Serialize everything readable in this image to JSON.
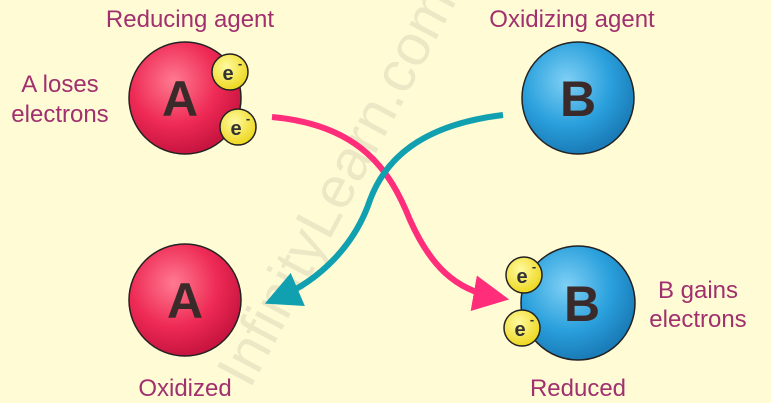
{
  "labels": {
    "reducing_agent": "Reducing agent",
    "oxidizing_agent": "Oxidizing agent",
    "a_loses_1": "A loses",
    "a_loses_2": "electrons",
    "b_gains_1": "B gains",
    "b_gains_2": "electrons",
    "oxidized": "Oxidized",
    "reduced": "Reduced"
  },
  "atoms": {
    "a": "A",
    "b": "B"
  },
  "electron": "e",
  "electron_charge": "-",
  "watermark": "InfinityLearn.com",
  "colors": {
    "background": "#fffbd5",
    "text": "#a0306e",
    "atom_a": "#ee2a55",
    "atom_b": "#2aa0dc",
    "electron": "#f5e42a",
    "arrow_a": "#ff2d7a",
    "arrow_b": "#11a0b0"
  }
}
